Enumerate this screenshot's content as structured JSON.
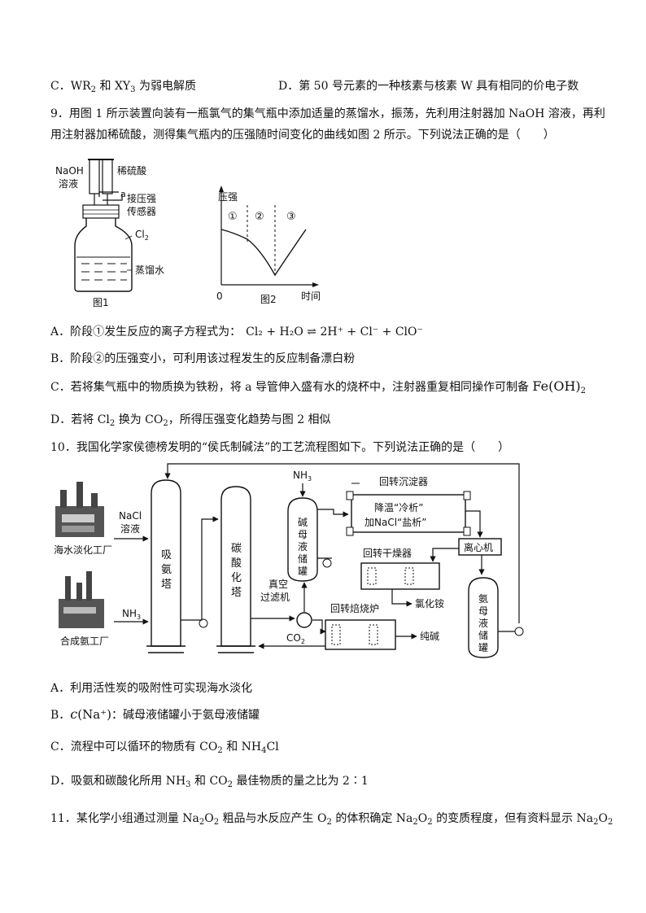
{
  "q8": {
    "C": {
      "label": "C．",
      "t1": "WR",
      "s1": "2",
      "t2": " 和 ",
      "t3": "XY",
      "s2": "3",
      "t4": " 为弱电解质"
    },
    "D": {
      "label": "D．",
      "text": "第 50 号元素的一种核素与核素 W 具有相同的价电子数"
    }
  },
  "q9": {
    "stem1": "9．用图 1 所示装置向装有一瓶氯气的集气瓶中添加适量的蒸馏水，振荡，先利用注射器加 NaOH 溶液，再利",
    "stem2": "用注射器加稀硫酸，测得集气瓶内的压强随时间变化的曲线如图 2 所示。下列说法正确的是（　　）",
    "fig1": {
      "naoh": "NaOH",
      "rongye": "溶液",
      "xiliusuan": "稀硫酸",
      "a": "a",
      "sensor1": "接压强",
      "sensor2": "传感器",
      "cl2": "Cl",
      "cl2sub": "2",
      "water": "蒸馏水",
      "caption": "图1"
    },
    "fig2": {
      "ylabel": "压强",
      "xlabel": "时间",
      "origin": "0",
      "stage1": "①",
      "stage2": "②",
      "stage3": "③",
      "caption": "图2"
    },
    "A": {
      "label": "A．阶段①发生反应的离子方程式为：",
      "eq": "Cl₂ + H₂O ⇌ 2H⁺ + Cl⁻ + ClO⁻"
    },
    "B": {
      "label": "B．",
      "text": "阶段②的压强变小，可利用该过程发生的反应制备漂白粉"
    },
    "C": {
      "label": "C．",
      "text": "若将集气瓶中的物质换为铁粉，将 a 导管伸入盛有水的烧杯中，注射器重复相同操作可制备 ",
      "formula": "Fe(OH)",
      "fsub": "2"
    },
    "D": {
      "label": "D．",
      "t1": "若将 ",
      "f1": "Cl",
      "s1": "2",
      "t2": " 换为 ",
      "f2": "CO",
      "s2": "2",
      "t3": "，所得压强变化趋势与图 2 相似"
    }
  },
  "q10": {
    "stem": "10．我国化学家侯德榜发明的“侯氏制碱法”的工艺流程图如下。下列说法正确的是（　　）",
    "flow": {
      "factory1": "海水淡化工厂",
      "factory2": "合成氨工厂",
      "nacl1": "NaCl",
      "nacl2": "溶液",
      "nh3_in": "NH",
      "nh3_sub": "3",
      "nh3_top": "NH",
      "tower1": [
        "吸",
        "氨",
        "塔"
      ],
      "tower2": [
        "碳",
        "酸",
        "化",
        "塔"
      ],
      "tank1": [
        "碱",
        "母",
        "液",
        "储",
        "罐"
      ],
      "tank2": [
        "氨",
        "母",
        "液",
        "储",
        "罐"
      ],
      "precip_title": "回转沉淀器",
      "precip1": "降温“冷析”",
      "precip2": "加NaCl“盐析”",
      "centrifuge": "离心机",
      "dryer": "回转干燥器",
      "nh4cl": "氯化铵",
      "vacuum1": "真空",
      "vacuum2": "过滤机",
      "furnace": "回转焙烧炉",
      "co2": "CO",
      "co2sub": "2",
      "soda": "纯碱"
    },
    "A": {
      "label": "A．",
      "text": "利用活性炭的吸附性可实现海水淡化"
    },
    "B": {
      "label": "B．",
      "c": "c",
      "na": "(Na⁺)",
      "text": "：碱母液储罐小于氨母液储罐"
    },
    "C": {
      "label": "C．",
      "t1": "流程中可以循环的物质有 ",
      "f1": "CO",
      "s1": "2",
      "t2": " 和 ",
      "f2": "NH",
      "s2": "4",
      "f3": "Cl"
    },
    "D": {
      "label": "D．",
      "t1": "吸氨和碳酸化所用 ",
      "f1": "NH",
      "s1": "3",
      "t2": " 和 ",
      "f2": "CO",
      "s2": "2",
      "t3": " 最佳物质的量之比为 2∶1"
    }
  },
  "q11": {
    "t1": "11．某化学小组通过测量 ",
    "f1": "Na",
    "s1": "2",
    "f1b": "O",
    "s1b": "2",
    "t2": " 粗品与水反应产生 ",
    "f2": "O",
    "s2": "2",
    "t3": " 的体积确定 ",
    "f3": "Na",
    "s3": "2",
    "f3b": "O",
    "s3b": "2",
    "t4": " 的变质程度，但有资料显示 ",
    "f4": "Na",
    "s4": "2",
    "f4b": "O",
    "s4b": "2"
  }
}
